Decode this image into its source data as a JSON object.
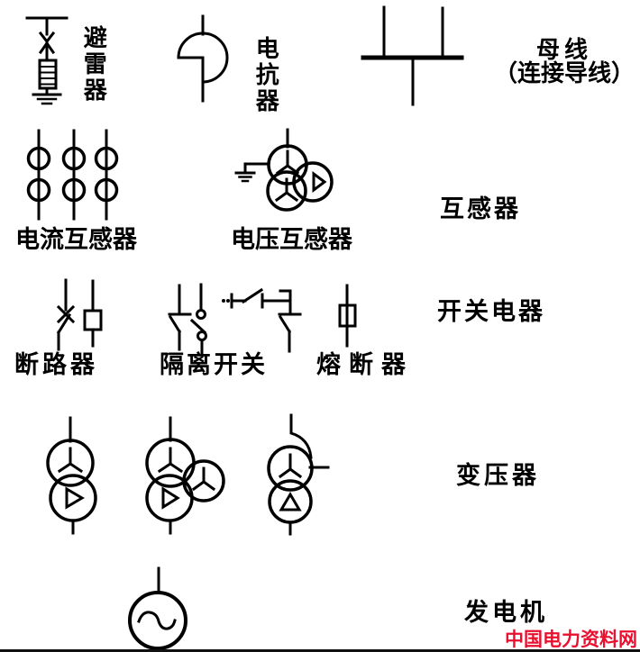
{
  "colors": {
    "background": "#ffffff",
    "ink": "#000000",
    "watermark_red": "#e8102e"
  },
  "legend": {
    "row1": {
      "arrester_label": "避雷器",
      "reactor_label": "电抗器",
      "busbar_label_line1": "母线",
      "busbar_label_line2": "（连接导线）"
    },
    "row2": {
      "current_transformer_label": "电流互感器",
      "voltage_transformer_label": "电压互感器",
      "group_label": "互感器"
    },
    "row3": {
      "circuit_breaker_label": "断路器",
      "isolating_switch_label": "隔离开关",
      "fuse_label": "熔断器",
      "group_label": "开关电器"
    },
    "row4": {
      "group_label": "变压器"
    },
    "row5": {
      "group_label": "发电机"
    }
  },
  "watermark": {
    "text": "中国电力资料网"
  },
  "symbols": [
    "lightning-arrester",
    "reactor",
    "busbar-connecting-conductor",
    "current-transformer",
    "voltage-transformer",
    "circuit-breaker",
    "isolating-switch",
    "fuse",
    "two-winding-transformer",
    "three-winding-transformer",
    "autotransformer",
    "generator"
  ]
}
